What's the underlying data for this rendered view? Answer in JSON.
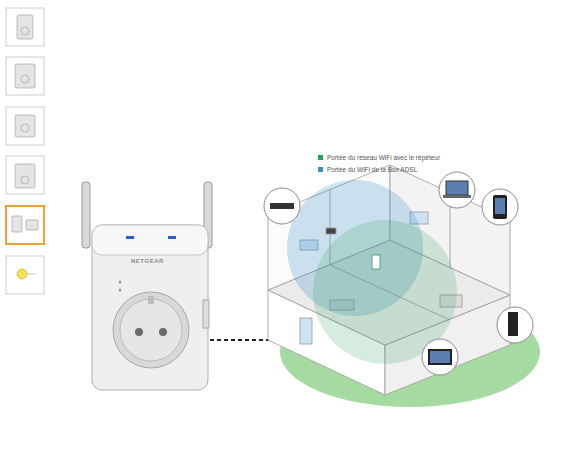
{
  "diagram": {
    "labels": [
      "NETGEAR"
    ],
    "legend": [
      {
        "text": "Portée du réseau WiFi avec le répéteur",
        "color": "#2e9e5b"
      },
      {
        "text": "Portée du WiFi de la Box ADSL",
        "color": "#3b8fc9"
      }
    ]
  }
}
